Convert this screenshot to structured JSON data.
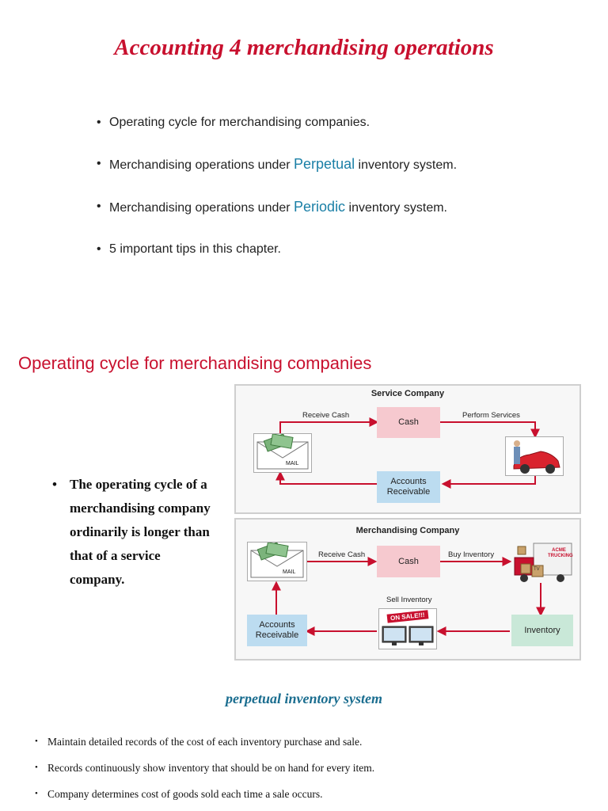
{
  "page": {
    "title": "Accounting 4 merchandising operations"
  },
  "outline": [
    {
      "before": "Operating cycle for merchandising companies.",
      "highlight": "",
      "after": ""
    },
    {
      "before": "Merchandising operations under ",
      "highlight": "Perpetual",
      "after": " inventory system."
    },
    {
      "before": "Merchandising operations under ",
      "highlight": "Periodic",
      "after": " inventory system."
    },
    {
      "before": "5 important tips in this chapter.",
      "highlight": "",
      "after": ""
    }
  ],
  "section": {
    "title": "Operating cycle for merchandising companies",
    "bullet": "The operating cycle of a merchandising company ordinarily is longer than that of a service company."
  },
  "service_diagram": {
    "title": "Service Company",
    "cash_label": "Cash",
    "ar_label": "Accounts Receivable",
    "receive_cash": "Receive Cash",
    "perform_services": "Perform Services",
    "mail_label": "MAIL"
  },
  "merch_diagram": {
    "title": "Merchandising Company",
    "cash_label": "Cash",
    "ar_label": "Accounts Receivable",
    "inventory_label": "Inventory",
    "receive_cash": "Receive Cash",
    "buy_inventory": "Buy Inventory",
    "sell_inventory": "Sell Inventory",
    "mail_label": "MAIL",
    "sale_sign": "ON SALE!!!",
    "truck_text": "ACME TRUCKING",
    "tv_label": "TV"
  },
  "perpetual": {
    "title": "perpetual inventory system",
    "items": [
      "Maintain detailed records of the cost of each inventory purchase and sale.",
      "Records continuously show inventory that should be on hand for every item.",
      "Company determines cost of goods sold each time a sale occurs."
    ]
  },
  "colors": {
    "title_red": "#c8102e",
    "highlight_blue": "#1a7fa6",
    "arrow_red": "#c8102e",
    "cash_pink": "#f6c9cf",
    "ar_blue": "#bcdcf0",
    "inventory_green": "#c9e8d8"
  }
}
